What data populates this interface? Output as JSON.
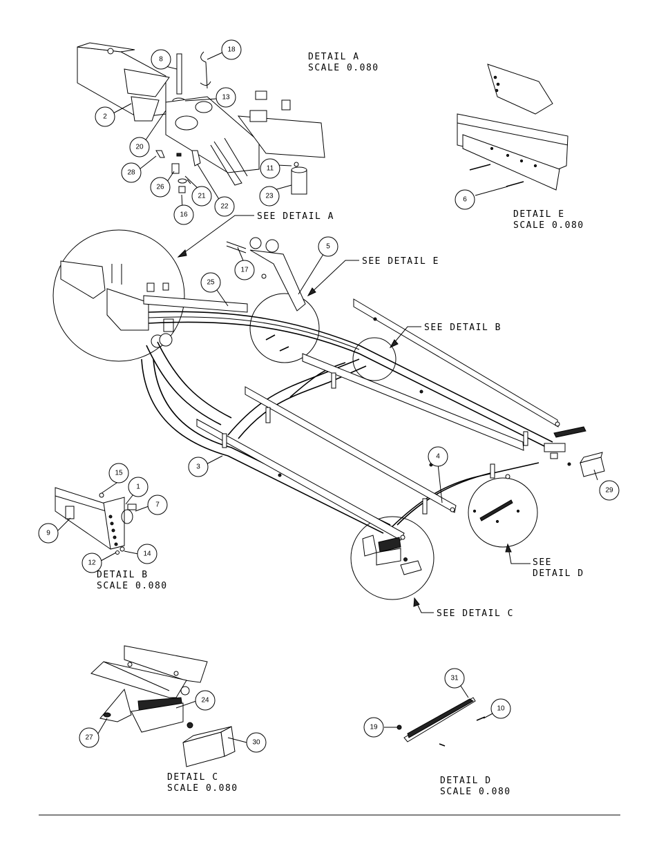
{
  "details": {
    "a": {
      "title": "DETAIL  A",
      "scale": "SCALE  0.080"
    },
    "b": {
      "title": "DETAIL  B",
      "scale": "SCALE  0.080"
    },
    "c": {
      "title": "DETAIL  C",
      "scale": "SCALE  0.080"
    },
    "d": {
      "title": "DETAIL  D",
      "scale": "SCALE  0.080"
    },
    "e": {
      "title": "DETAIL  E",
      "scale": "SCALE  0.080"
    }
  },
  "callouts": {
    "see_a": "SEE  DETAIL  A",
    "see_b": "SEE  DETAIL  B",
    "see_c": "SEE  DETAIL  C",
    "see_d_1": "SEE",
    "see_d_2": "DETAIL  D",
    "see_e": "SEE  DETAIL  E"
  },
  "balloons": [
    "1",
    "2",
    "3",
    "4",
    "5",
    "6",
    "7",
    "8",
    "9",
    "10",
    "11",
    "12",
    "13",
    "14",
    "15",
    "16",
    "17",
    "18",
    "19",
    "20",
    "21",
    "22",
    "23",
    "24",
    "25",
    "26",
    "27",
    "28",
    "29",
    "30",
    "31"
  ]
}
